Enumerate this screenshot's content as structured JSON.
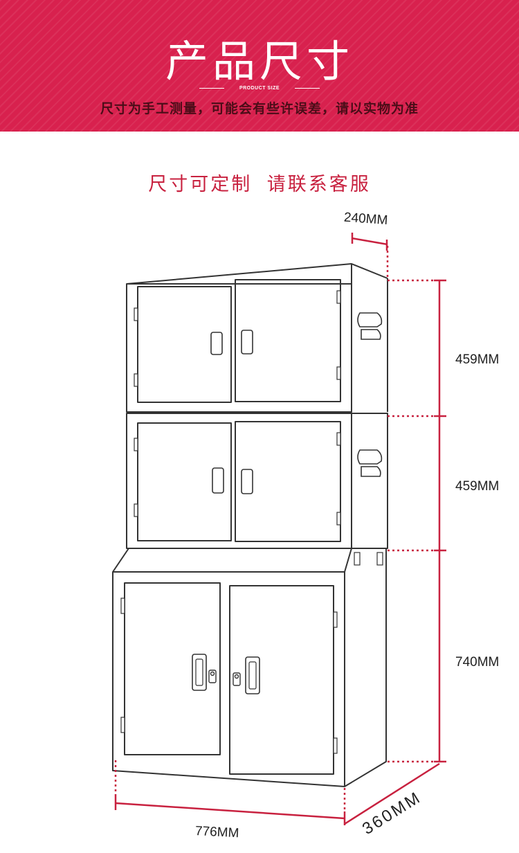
{
  "header": {
    "title": "产品尺寸",
    "subtitle": "PRODUCT SIZE",
    "note": "尺寸为手工测量，可能会有些许误差，请以实物为准"
  },
  "custom_note": "尺寸可定制  请联系客服",
  "dimensions": {
    "depth_top": "240MM",
    "height_upper": "459MM",
    "height_middle": "459MM",
    "height_lower": "740MM",
    "width": "776MM",
    "depth_base": "360MM"
  },
  "colors": {
    "banner": "#d8214e",
    "accent": "#c8213f",
    "outline": "#333333"
  },
  "icons": [
    "door-handle-icon",
    "keyhole-icon",
    "side-handle-icon",
    "hinge-icon"
  ]
}
